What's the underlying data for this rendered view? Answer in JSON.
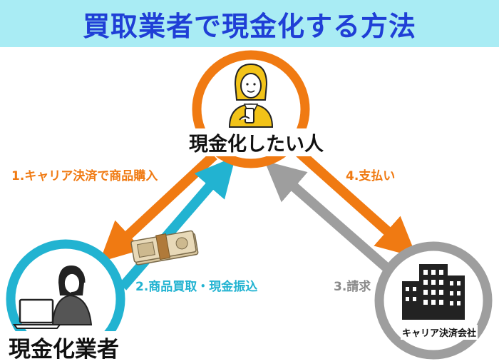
{
  "title": "買取業者で現金化する方法",
  "nodes": {
    "person": "現金化したい人",
    "dealer": "現金化業者",
    "carrier": "キャリア決済会社"
  },
  "steps": {
    "s1": "1.キャリア決済で商品購入",
    "s2": "2.商品買取・現金振込",
    "s3": "3.請求",
    "s4": "4.支払い"
  },
  "colors": {
    "banner_bg": "#a9ecf4",
    "title": "#1f3fd6",
    "person_ring": "#f07a12",
    "dealer_ring": "#22b3d1",
    "carrier_ring": "#9e9e9e",
    "step1": "#f07a12",
    "step2": "#22b3d1",
    "step3": "#8a8a8a",
    "step4": "#f07a12"
  },
  "icons": [
    "woman-with-smartphone-icon",
    "headset-operator-laptop-icon",
    "office-buildings-icon",
    "banknote-bundle-icon"
  ]
}
